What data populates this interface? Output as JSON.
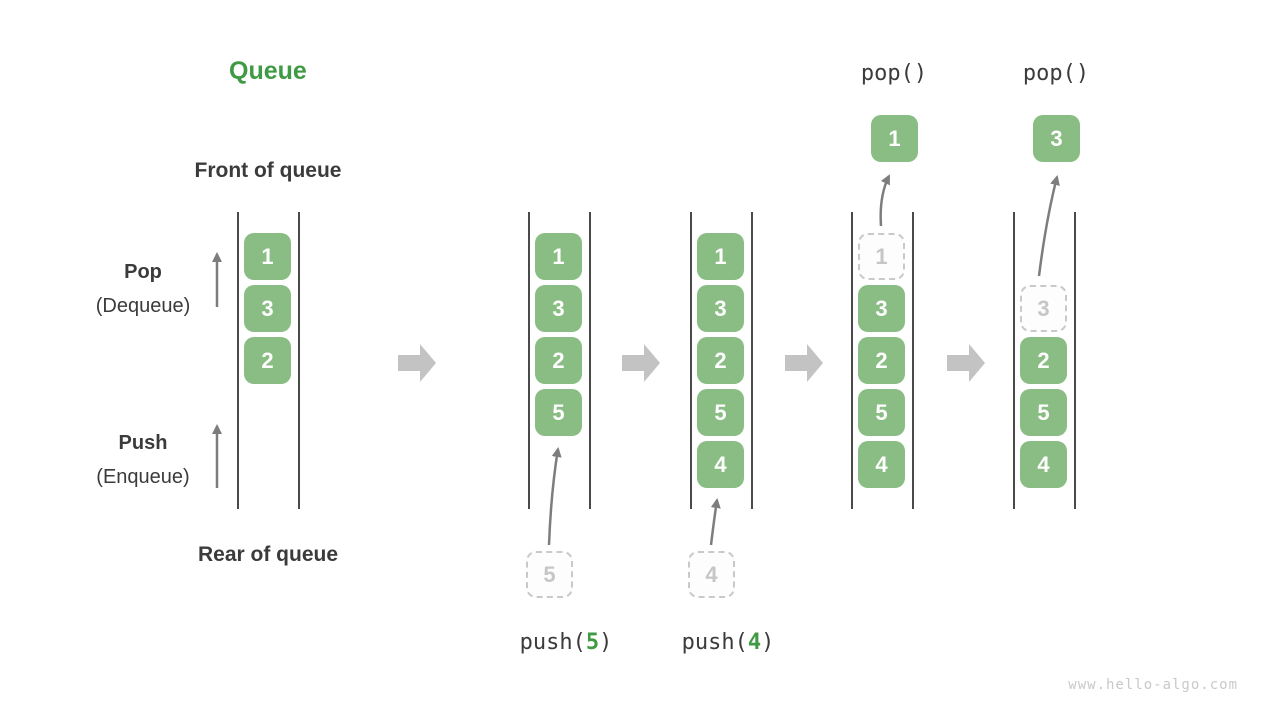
{
  "title": "Queue",
  "side_labels": {
    "front": "Front of queue",
    "rear": "Rear of queue",
    "pop_title": "Pop",
    "pop_subtitle": "(Dequeue)",
    "push_title": "Push",
    "push_subtitle": "(Enqueue)"
  },
  "queue_states": [
    {
      "cells": [
        {
          "row": 0,
          "value": "1",
          "ghost": false
        },
        {
          "row": 1,
          "value": "3",
          "ghost": false
        },
        {
          "row": 2,
          "value": "2",
          "ghost": false
        }
      ]
    },
    {
      "cells": [
        {
          "row": 0,
          "value": "1",
          "ghost": false
        },
        {
          "row": 1,
          "value": "3",
          "ghost": false
        },
        {
          "row": 2,
          "value": "2",
          "ghost": false
        },
        {
          "row": 3,
          "value": "5",
          "ghost": false
        }
      ],
      "pending_value": "5",
      "op": {
        "prefix": "push(",
        "arg": "5",
        "suffix": ")"
      }
    },
    {
      "cells": [
        {
          "row": 0,
          "value": "1",
          "ghost": false
        },
        {
          "row": 1,
          "value": "3",
          "ghost": false
        },
        {
          "row": 2,
          "value": "2",
          "ghost": false
        },
        {
          "row": 3,
          "value": "5",
          "ghost": false
        },
        {
          "row": 4,
          "value": "4",
          "ghost": false
        }
      ],
      "pending_value": "4",
      "op": {
        "prefix": "push(",
        "arg": "4",
        "suffix": ")"
      }
    },
    {
      "cells": [
        {
          "row": 0,
          "value": "1",
          "ghost": true
        },
        {
          "row": 1,
          "value": "3",
          "ghost": false
        },
        {
          "row": 2,
          "value": "2",
          "ghost": false
        },
        {
          "row": 3,
          "value": "5",
          "ghost": false
        },
        {
          "row": 4,
          "value": "4",
          "ghost": false
        }
      ],
      "popped_value": "1",
      "op": {
        "full": "pop()"
      }
    },
    {
      "cells": [
        {
          "row": 1,
          "value": "3",
          "ghost": true
        },
        {
          "row": 2,
          "value": "2",
          "ghost": false
        },
        {
          "row": 3,
          "value": "5",
          "ghost": false
        },
        {
          "row": 4,
          "value": "4",
          "ghost": false
        }
      ],
      "popped_value": "3",
      "op": {
        "full": "pop()"
      }
    }
  ],
  "watermark": "www.hello-algo.com",
  "colors": {
    "accent_green": "#3f9a43",
    "box_green": "#8abd84",
    "text_dark": "#3b3b3b",
    "ghost_gray": "#c6c6c6",
    "rail_gray": "#4a4a4a",
    "thin_arrow_gray": "#7d7d7d",
    "block_arrow_gray": "#c3c3c3",
    "watermark_gray": "#c9c9c9"
  }
}
